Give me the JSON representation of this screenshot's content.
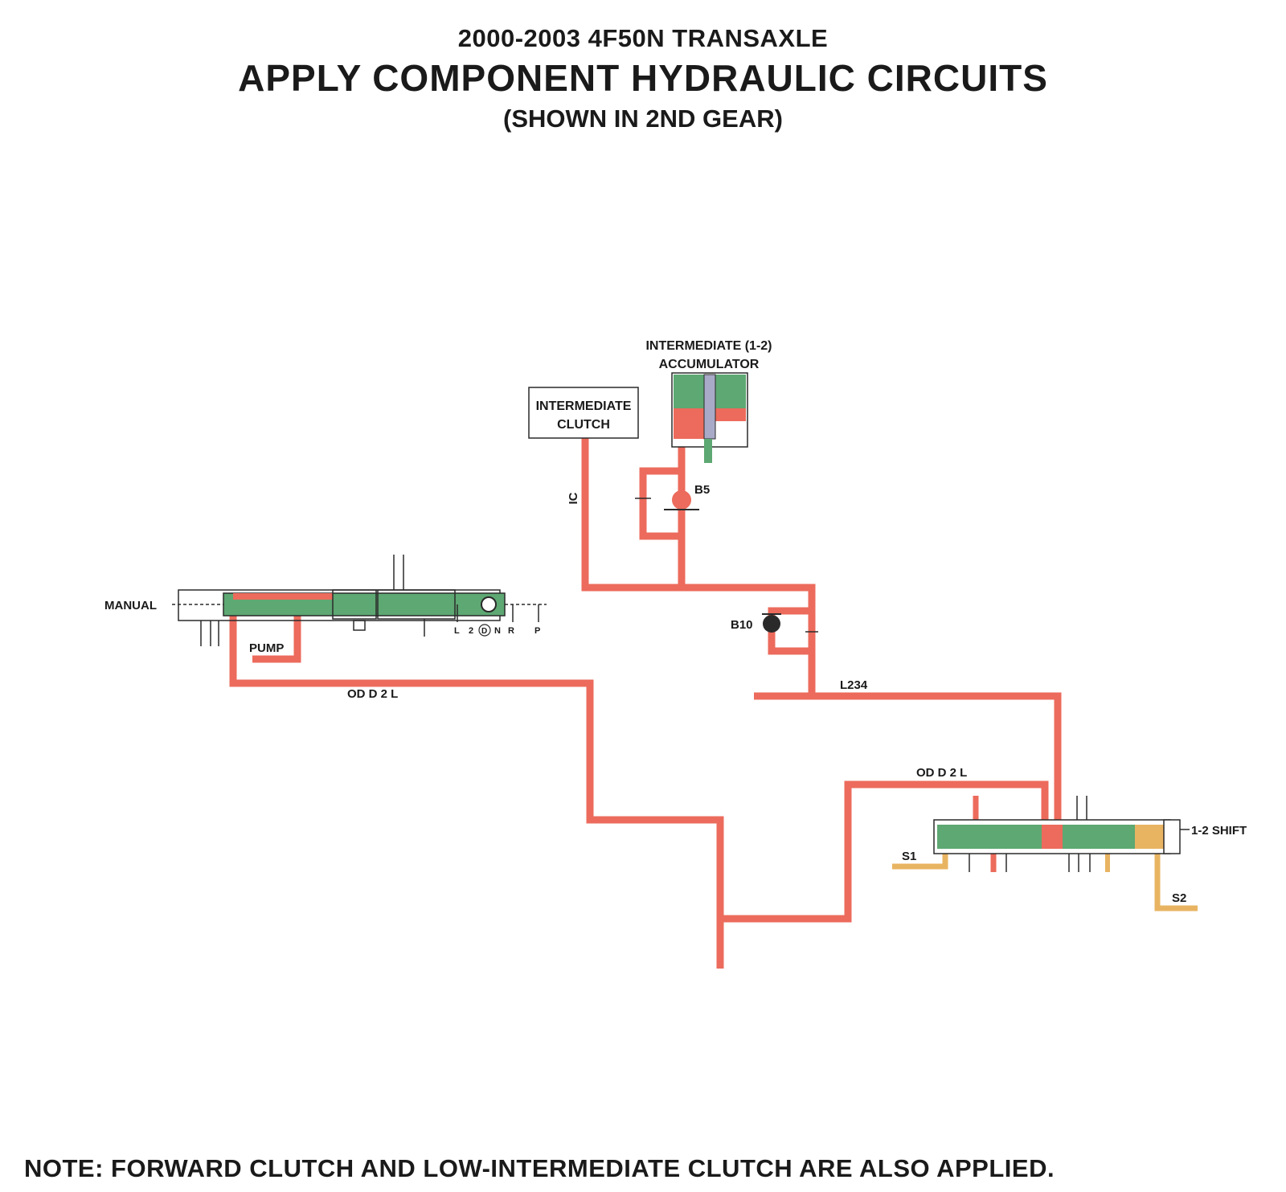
{
  "header": {
    "supertitle": "2000-2003 4F50N TRANSAXLE",
    "title": "APPLY COMPONENT HYDRAULIC CIRCUITS",
    "subtitle": "(SHOWN IN 2ND GEAR)"
  },
  "labels": {
    "accumulator_line1": "INTERMEDIATE (1-2)",
    "accumulator_line2": "ACCUMULATOR",
    "clutch_line1": "INTERMEDIATE",
    "clutch_line2": "CLUTCH",
    "ic": "IC",
    "b5": "B5",
    "b10": "B10",
    "manual": "MANUAL",
    "pump": "PUMP",
    "detent_l": "L",
    "detent_2": "2",
    "detent_d": "D",
    "detent_n": "N",
    "detent_r": "R",
    "detent_p": "P",
    "odd2l_left": "OD D 2 L",
    "l234": "L234",
    "odd2l_right": "OD D 2 L",
    "shift_valve": "1-2 SHIFT",
    "s1": "S1",
    "s2": "S2"
  },
  "colors": {
    "pressure": "#ec6b5c",
    "valve": "#5ea873",
    "solenoid": "#e8b462",
    "outline": "#2a2a2a"
  },
  "footer": {
    "note": "NOTE: FORWARD CLUTCH AND LOW-INTERMEDIATE CLUTCH ARE ALSO APPLIED."
  }
}
